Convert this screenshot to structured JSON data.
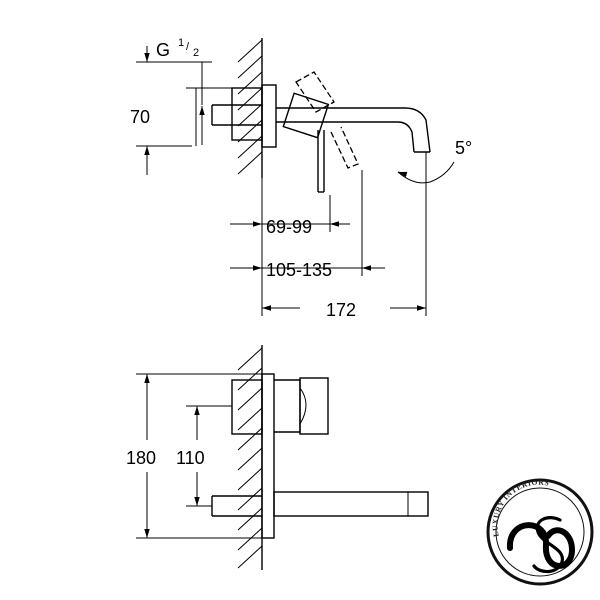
{
  "top_view": {
    "thread_label": "G",
    "thread_fraction_num": "1",
    "thread_fraction_den": "2",
    "dim_height": "70",
    "dim_angle": "5°",
    "dim_depth_small": "69-99",
    "dim_depth_large": "105-135",
    "dim_reach": "172"
  },
  "front_view": {
    "dim_total_height": "180",
    "dim_spout_height": "110"
  },
  "logo": {
    "text": "LUXURY INTERIORS"
  }
}
